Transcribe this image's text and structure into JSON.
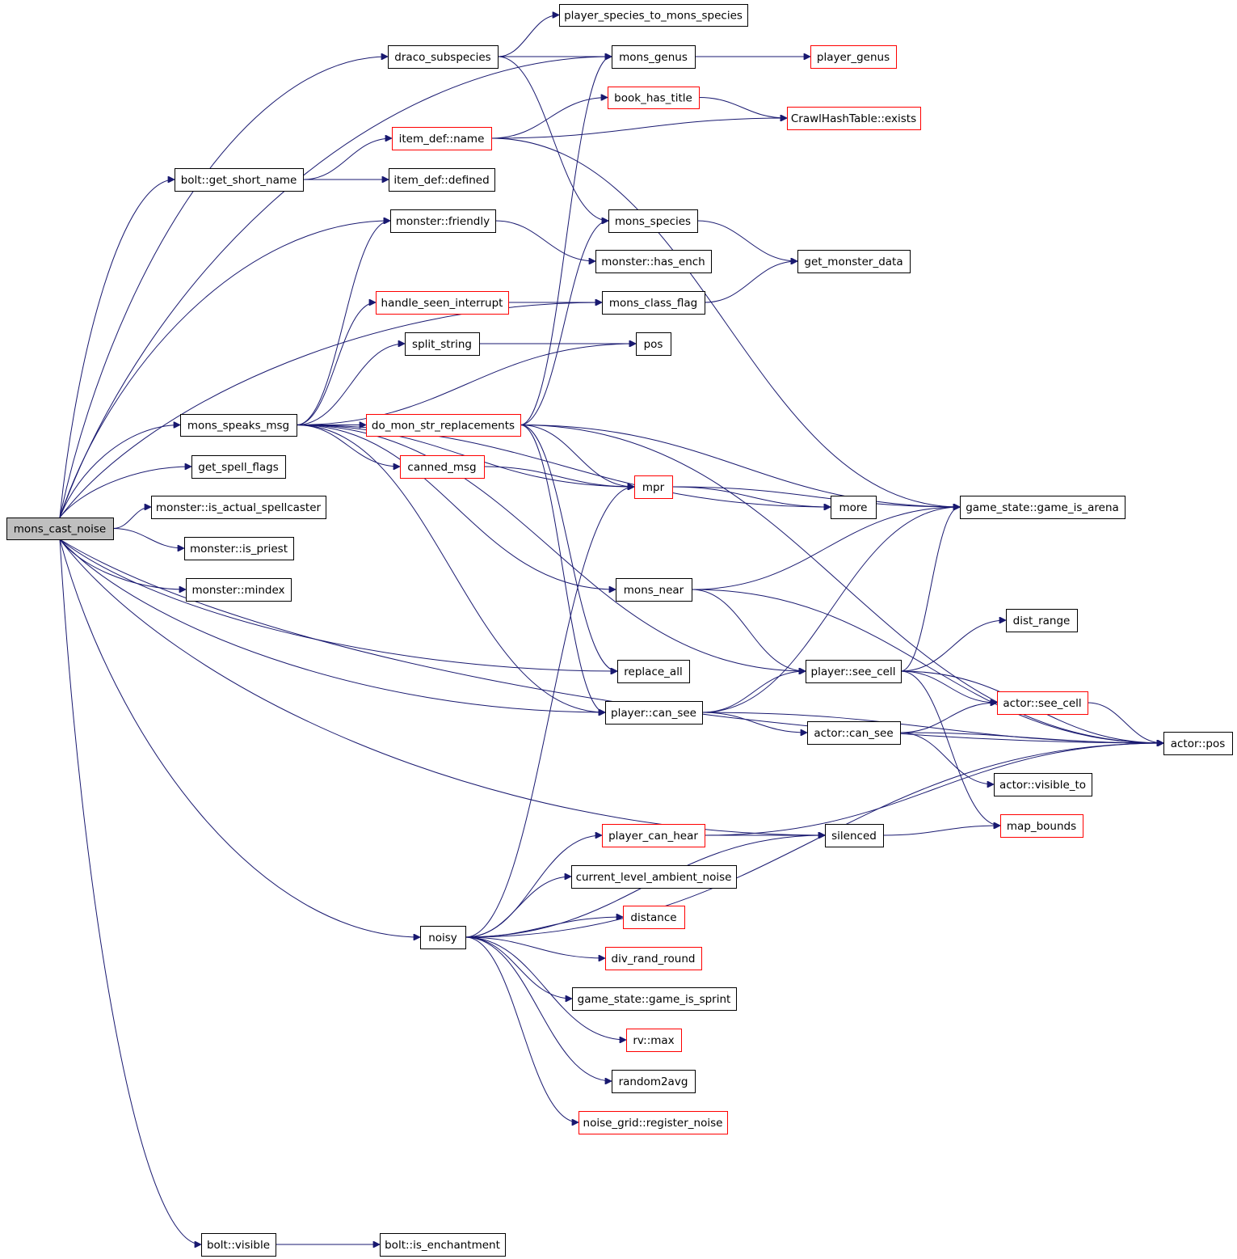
{
  "colors": {
    "edge": "#191970",
    "node_border": "#000000",
    "node_border_truncated": "#ff0000",
    "root_fill": "#bfbfbf",
    "node_fill": "#ffffff"
  },
  "root": "mons_cast_noise",
  "nodes": [
    {
      "id": "mons_cast_noise",
      "label": "mons_cast_noise",
      "style": "root"
    },
    {
      "id": "player_species_to_mons_species",
      "label": "player_species_to_mons_species",
      "style": "normal"
    },
    {
      "id": "draco_subspecies",
      "label": "draco_subspecies",
      "style": "normal"
    },
    {
      "id": "mons_genus",
      "label": "mons_genus",
      "style": "normal"
    },
    {
      "id": "player_genus",
      "label": "player_genus",
      "style": "truncated"
    },
    {
      "id": "book_has_title",
      "label": "book_has_title",
      "style": "truncated"
    },
    {
      "id": "CrawlHashTable_exists",
      "label": "CrawlHashTable::exists",
      "style": "truncated"
    },
    {
      "id": "item_def_name",
      "label": "item_def::name",
      "style": "truncated"
    },
    {
      "id": "bolt_get_short_name",
      "label": "bolt::get_short_name",
      "style": "normal"
    },
    {
      "id": "item_def_defined",
      "label": "item_def::defined",
      "style": "normal"
    },
    {
      "id": "monster_friendly",
      "label": "monster::friendly",
      "style": "normal"
    },
    {
      "id": "mons_species",
      "label": "mons_species",
      "style": "normal"
    },
    {
      "id": "monster_has_ench",
      "label": "monster::has_ench",
      "style": "normal"
    },
    {
      "id": "get_monster_data",
      "label": "get_monster_data",
      "style": "normal"
    },
    {
      "id": "handle_seen_interrupt",
      "label": "handle_seen_interrupt",
      "style": "truncated"
    },
    {
      "id": "mons_class_flag",
      "label": "mons_class_flag",
      "style": "normal"
    },
    {
      "id": "split_string",
      "label": "split_string",
      "style": "normal"
    },
    {
      "id": "pos",
      "label": "pos",
      "style": "normal"
    },
    {
      "id": "mons_speaks_msg",
      "label": "mons_speaks_msg",
      "style": "normal"
    },
    {
      "id": "do_mon_str_replacements",
      "label": "do_mon_str_replacements",
      "style": "truncated"
    },
    {
      "id": "get_spell_flags",
      "label": "get_spell_flags",
      "style": "normal"
    },
    {
      "id": "canned_msg",
      "label": "canned_msg",
      "style": "truncated"
    },
    {
      "id": "mpr",
      "label": "mpr",
      "style": "truncated"
    },
    {
      "id": "monster_is_actual_spellcaster",
      "label": "monster::is_actual_spellcaster",
      "style": "normal"
    },
    {
      "id": "more",
      "label": "more",
      "style": "normal"
    },
    {
      "id": "game_state_game_is_arena",
      "label": "game_state::game_is_arena",
      "style": "normal"
    },
    {
      "id": "monster_is_priest",
      "label": "monster::is_priest",
      "style": "normal"
    },
    {
      "id": "monster_mindex",
      "label": "monster::mindex",
      "style": "normal"
    },
    {
      "id": "mons_near",
      "label": "mons_near",
      "style": "normal"
    },
    {
      "id": "dist_range",
      "label": "dist_range",
      "style": "normal"
    },
    {
      "id": "player_see_cell",
      "label": "player::see_cell",
      "style": "normal"
    },
    {
      "id": "replace_all",
      "label": "replace_all",
      "style": "normal"
    },
    {
      "id": "actor_see_cell",
      "label": "actor::see_cell",
      "style": "truncated"
    },
    {
      "id": "player_can_see",
      "label": "player::can_see",
      "style": "normal"
    },
    {
      "id": "actor_can_see",
      "label": "actor::can_see",
      "style": "normal"
    },
    {
      "id": "actor_pos",
      "label": "actor::pos",
      "style": "normal"
    },
    {
      "id": "actor_visible_to",
      "label": "actor::visible_to",
      "style": "normal"
    },
    {
      "id": "map_bounds",
      "label": "map_bounds",
      "style": "truncated"
    },
    {
      "id": "silenced",
      "label": "silenced",
      "style": "normal"
    },
    {
      "id": "player_can_hear",
      "label": "player_can_hear",
      "style": "truncated"
    },
    {
      "id": "current_level_ambient_noise",
      "label": "current_level_ambient_noise",
      "style": "normal"
    },
    {
      "id": "distance",
      "label": "distance",
      "style": "truncated"
    },
    {
      "id": "noisy",
      "label": "noisy",
      "style": "normal"
    },
    {
      "id": "div_rand_round",
      "label": "div_rand_round",
      "style": "truncated"
    },
    {
      "id": "game_state_game_is_sprint",
      "label": "game_state::game_is_sprint",
      "style": "normal"
    },
    {
      "id": "rv_max",
      "label": "rv::max",
      "style": "truncated"
    },
    {
      "id": "random2avg",
      "label": "random2avg",
      "style": "normal"
    },
    {
      "id": "noise_grid_register_noise",
      "label": "noise_grid::register_noise",
      "style": "truncated"
    },
    {
      "id": "bolt_visible",
      "label": "bolt::visible",
      "style": "normal"
    },
    {
      "id": "bolt_is_enchantment",
      "label": "bolt::is_enchantment",
      "style": "normal"
    }
  ],
  "edges": [
    [
      "mons_cast_noise",
      "draco_subspecies"
    ],
    [
      "mons_cast_noise",
      "mons_genus"
    ],
    [
      "mons_cast_noise",
      "bolt_get_short_name"
    ],
    [
      "mons_cast_noise",
      "monster_friendly"
    ],
    [
      "mons_cast_noise",
      "mons_class_flag"
    ],
    [
      "mons_cast_noise",
      "mons_speaks_msg"
    ],
    [
      "mons_cast_noise",
      "get_spell_flags"
    ],
    [
      "mons_cast_noise",
      "monster_is_actual_spellcaster"
    ],
    [
      "mons_cast_noise",
      "monster_is_priest"
    ],
    [
      "mons_cast_noise",
      "monster_mindex"
    ],
    [
      "mons_cast_noise",
      "replace_all"
    ],
    [
      "mons_cast_noise",
      "player_can_see"
    ],
    [
      "mons_cast_noise",
      "silenced"
    ],
    [
      "mons_cast_noise",
      "noisy"
    ],
    [
      "mons_cast_noise",
      "actor_pos"
    ],
    [
      "mons_cast_noise",
      "bolt_visible"
    ],
    [
      "draco_subspecies",
      "player_species_to_mons_species"
    ],
    [
      "draco_subspecies",
      "mons_genus"
    ],
    [
      "draco_subspecies",
      "mons_species"
    ],
    [
      "mons_genus",
      "player_genus"
    ],
    [
      "book_has_title",
      "CrawlHashTable_exists"
    ],
    [
      "item_def_name",
      "book_has_title"
    ],
    [
      "item_def_name",
      "CrawlHashTable_exists"
    ],
    [
      "item_def_name",
      "game_state_game_is_arena"
    ],
    [
      "bolt_get_short_name",
      "item_def_name"
    ],
    [
      "bolt_get_short_name",
      "item_def_defined"
    ],
    [
      "monster_friendly",
      "monster_has_ench"
    ],
    [
      "mons_species",
      "get_monster_data"
    ],
    [
      "mons_class_flag",
      "get_monster_data"
    ],
    [
      "handle_seen_interrupt",
      "mons_class_flag"
    ],
    [
      "split_string",
      "pos"
    ],
    [
      "mons_speaks_msg",
      "monster_friendly"
    ],
    [
      "mons_speaks_msg",
      "handle_seen_interrupt"
    ],
    [
      "mons_speaks_msg",
      "split_string"
    ],
    [
      "mons_speaks_msg",
      "pos"
    ],
    [
      "mons_speaks_msg",
      "do_mon_str_replacements"
    ],
    [
      "mons_speaks_msg",
      "canned_msg"
    ],
    [
      "mons_speaks_msg",
      "mpr"
    ],
    [
      "mons_speaks_msg",
      "more"
    ],
    [
      "mons_speaks_msg",
      "mons_near"
    ],
    [
      "mons_speaks_msg",
      "player_can_see"
    ],
    [
      "mons_speaks_msg",
      "player_see_cell"
    ],
    [
      "do_mon_str_replacements",
      "mons_genus"
    ],
    [
      "do_mon_str_replacements",
      "mons_species"
    ],
    [
      "do_mon_str_replacements",
      "actor_pos"
    ],
    [
      "do_mon_str_replacements",
      "game_state_game_is_arena"
    ],
    [
      "do_mon_str_replacements",
      "mpr"
    ],
    [
      "do_mon_str_replacements",
      "replace_all"
    ],
    [
      "do_mon_str_replacements",
      "player_can_see"
    ],
    [
      "canned_msg",
      "mpr"
    ],
    [
      "mpr",
      "game_state_game_is_arena"
    ],
    [
      "mpr",
      "more"
    ],
    [
      "mons_near",
      "game_state_game_is_arena"
    ],
    [
      "mons_near",
      "actor_pos"
    ],
    [
      "mons_near",
      "player_see_cell"
    ],
    [
      "player_see_cell",
      "game_state_game_is_arena"
    ],
    [
      "player_see_cell",
      "dist_range"
    ],
    [
      "player_see_cell",
      "actor_see_cell"
    ],
    [
      "player_see_cell",
      "actor_pos"
    ],
    [
      "player_see_cell",
      "map_bounds"
    ],
    [
      "player_can_see",
      "game_state_game_is_arena"
    ],
    [
      "player_can_see",
      "player_see_cell"
    ],
    [
      "player_can_see",
      "actor_can_see"
    ],
    [
      "player_can_see",
      "actor_pos"
    ],
    [
      "actor_can_see",
      "actor_see_cell"
    ],
    [
      "actor_can_see",
      "actor_pos"
    ],
    [
      "actor_can_see",
      "actor_visible_to"
    ],
    [
      "actor_see_cell",
      "actor_pos"
    ],
    [
      "silenced",
      "map_bounds"
    ],
    [
      "player_can_hear",
      "silenced"
    ],
    [
      "player_can_hear",
      "actor_pos"
    ],
    [
      "noisy",
      "mpr"
    ],
    [
      "noisy",
      "silenced"
    ],
    [
      "noisy",
      "player_can_hear"
    ],
    [
      "noisy",
      "current_level_ambient_noise"
    ],
    [
      "noisy",
      "distance"
    ],
    [
      "noisy",
      "div_rand_round"
    ],
    [
      "noisy",
      "game_state_game_is_sprint"
    ],
    [
      "noisy",
      "rv_max"
    ],
    [
      "noisy",
      "random2avg"
    ],
    [
      "noisy",
      "noise_grid_register_noise"
    ],
    [
      "noisy",
      "actor_pos"
    ],
    [
      "bolt_visible",
      "bolt_is_enchantment"
    ]
  ]
}
